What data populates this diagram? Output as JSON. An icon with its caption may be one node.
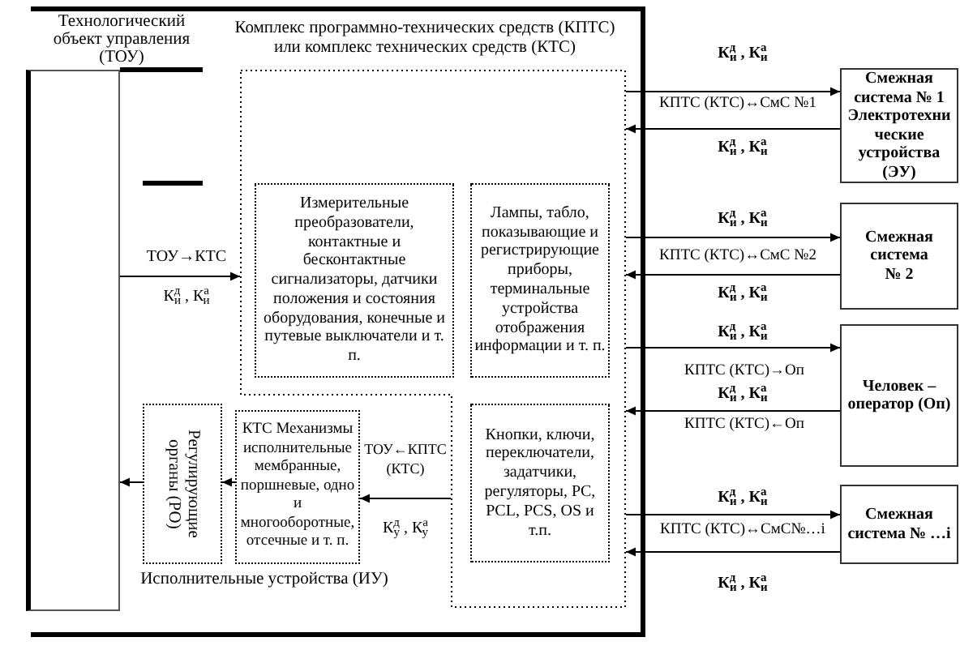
{
  "diagram": {
    "nodes": [
      {
        "text": [],
        "shape": "box"
      },
      {
        "text": [
          "Технологический объект управления (ТОУ)"
        ],
        "in": 0
      },
      {
        "text": [
          "Комплекс программно-технических средств (КПТС) или комплекс технических средств (КТС)"
        ],
        "in": 0
      },
      {
        "text": [
          "Измерительные преобразователи, контактные и бесконтактные сигнализаторы, датчики положения и состояния оборудования, конечные и путевые выключатели и т. п."
        ],
        "in": 2
      },
      {
        "text": [
          "Лампы, табло, показывающие и регистрирующие приборы, терминальные устройства отображения информации и т. п."
        ],
        "in": 2
      },
      {
        "text": [
          "Регулирующие органы (РО)"
        ],
        "in": 0
      },
      {
        "text": [
          "КТС Механизмы исполнительные мембранные, поршневые, одно и многооборотные, отсечные и т. п."
        ],
        "in": 0
      },
      {
        "text": [
          "Кнопки, ключи, переключатели, задатчики, регуляторы, PC, PCL, PCS, OS и т.п."
        ],
        "in": 2
      },
      {
        "text": [
          "Смежная система № 1",
          "Электротехнические устройства (ЭУ)"
        ]
      },
      {
        "text": [
          "Смежная система № 2"
        ]
      },
      {
        "text": [
          "Человек – оператор (Оп)"
        ]
      },
      {
        "text": [
          "Смежная система № …i"
        ]
      }
    ],
    "edges": [
      {
        "from": 1,
        "to": 2,
        "arrow": "to",
        "label": "К$^{д}$$_{и}$ , К$^{а}$$_{и}$"
      },
      {
        "from": 2,
        "to": 6,
        "arrow": "to",
        "label": "К$^{д}$$_{у}$ , К$^{а}$$_{у}$"
      },
      {
        "from": 6,
        "to": 5,
        "arrow": "to"
      },
      {
        "from": 5,
        "to": 1,
        "arrow": "to"
      },
      {
        "from": 2,
        "to": 8,
        "arrow": "to",
        "label": "К$^{д}$$_{и}$ , К$^{а}$$_{и}$"
      },
      {
        "from": 8,
        "to": 2,
        "arrow": "to",
        "label": "К$^{д}$$_{и}$ , К$^{а}$$_{и}$"
      },
      {
        "from": 2,
        "to": 9,
        "arrow": "to",
        "label": "К$^{д}$$_{и}$ , К$^{а}$$_{и}$"
      },
      {
        "from": 9,
        "to": 2,
        "arrow": "to",
        "label": "К$^{д}$$_{и}$ , К$^{а}$$_{и}$"
      },
      {
        "from": 2,
        "to": 10,
        "arrow": "to",
        "label": "К$^{д}$$_{и}$ , К$^{а}$$_{и}$"
      },
      {
        "from": 10,
        "to": 2,
        "arrow": "to",
        "label": "К$^{д}$$_{и}$ , К$^{а}$$_{и}$"
      },
      {
        "from": 2,
        "to": 11,
        "arrow": "to",
        "label": "К$^{д}$$_{и}$ , К$^{а}$$_{и}$"
      },
      {
        "from": 11,
        "to": 2,
        "arrow": "to",
        "label": "К$^{д}$$_{и}$ , К$^{а}$$_{и}$"
      }
    ],
    "labels": [
      "КПТС (КТС)↔СмС №1",
      "КПТС (КТС)↔СмС №2",
      "ТОУ→КТС",
      "КПТС (КТС)→Оп",
      "КПТС (КТС)←Оп",
      "ТОУ←КПТС (КТС)",
      "КПТС (КТС)↔СмС№…i",
      "Исполнительные устройства (ИУ)"
    ]
  }
}
